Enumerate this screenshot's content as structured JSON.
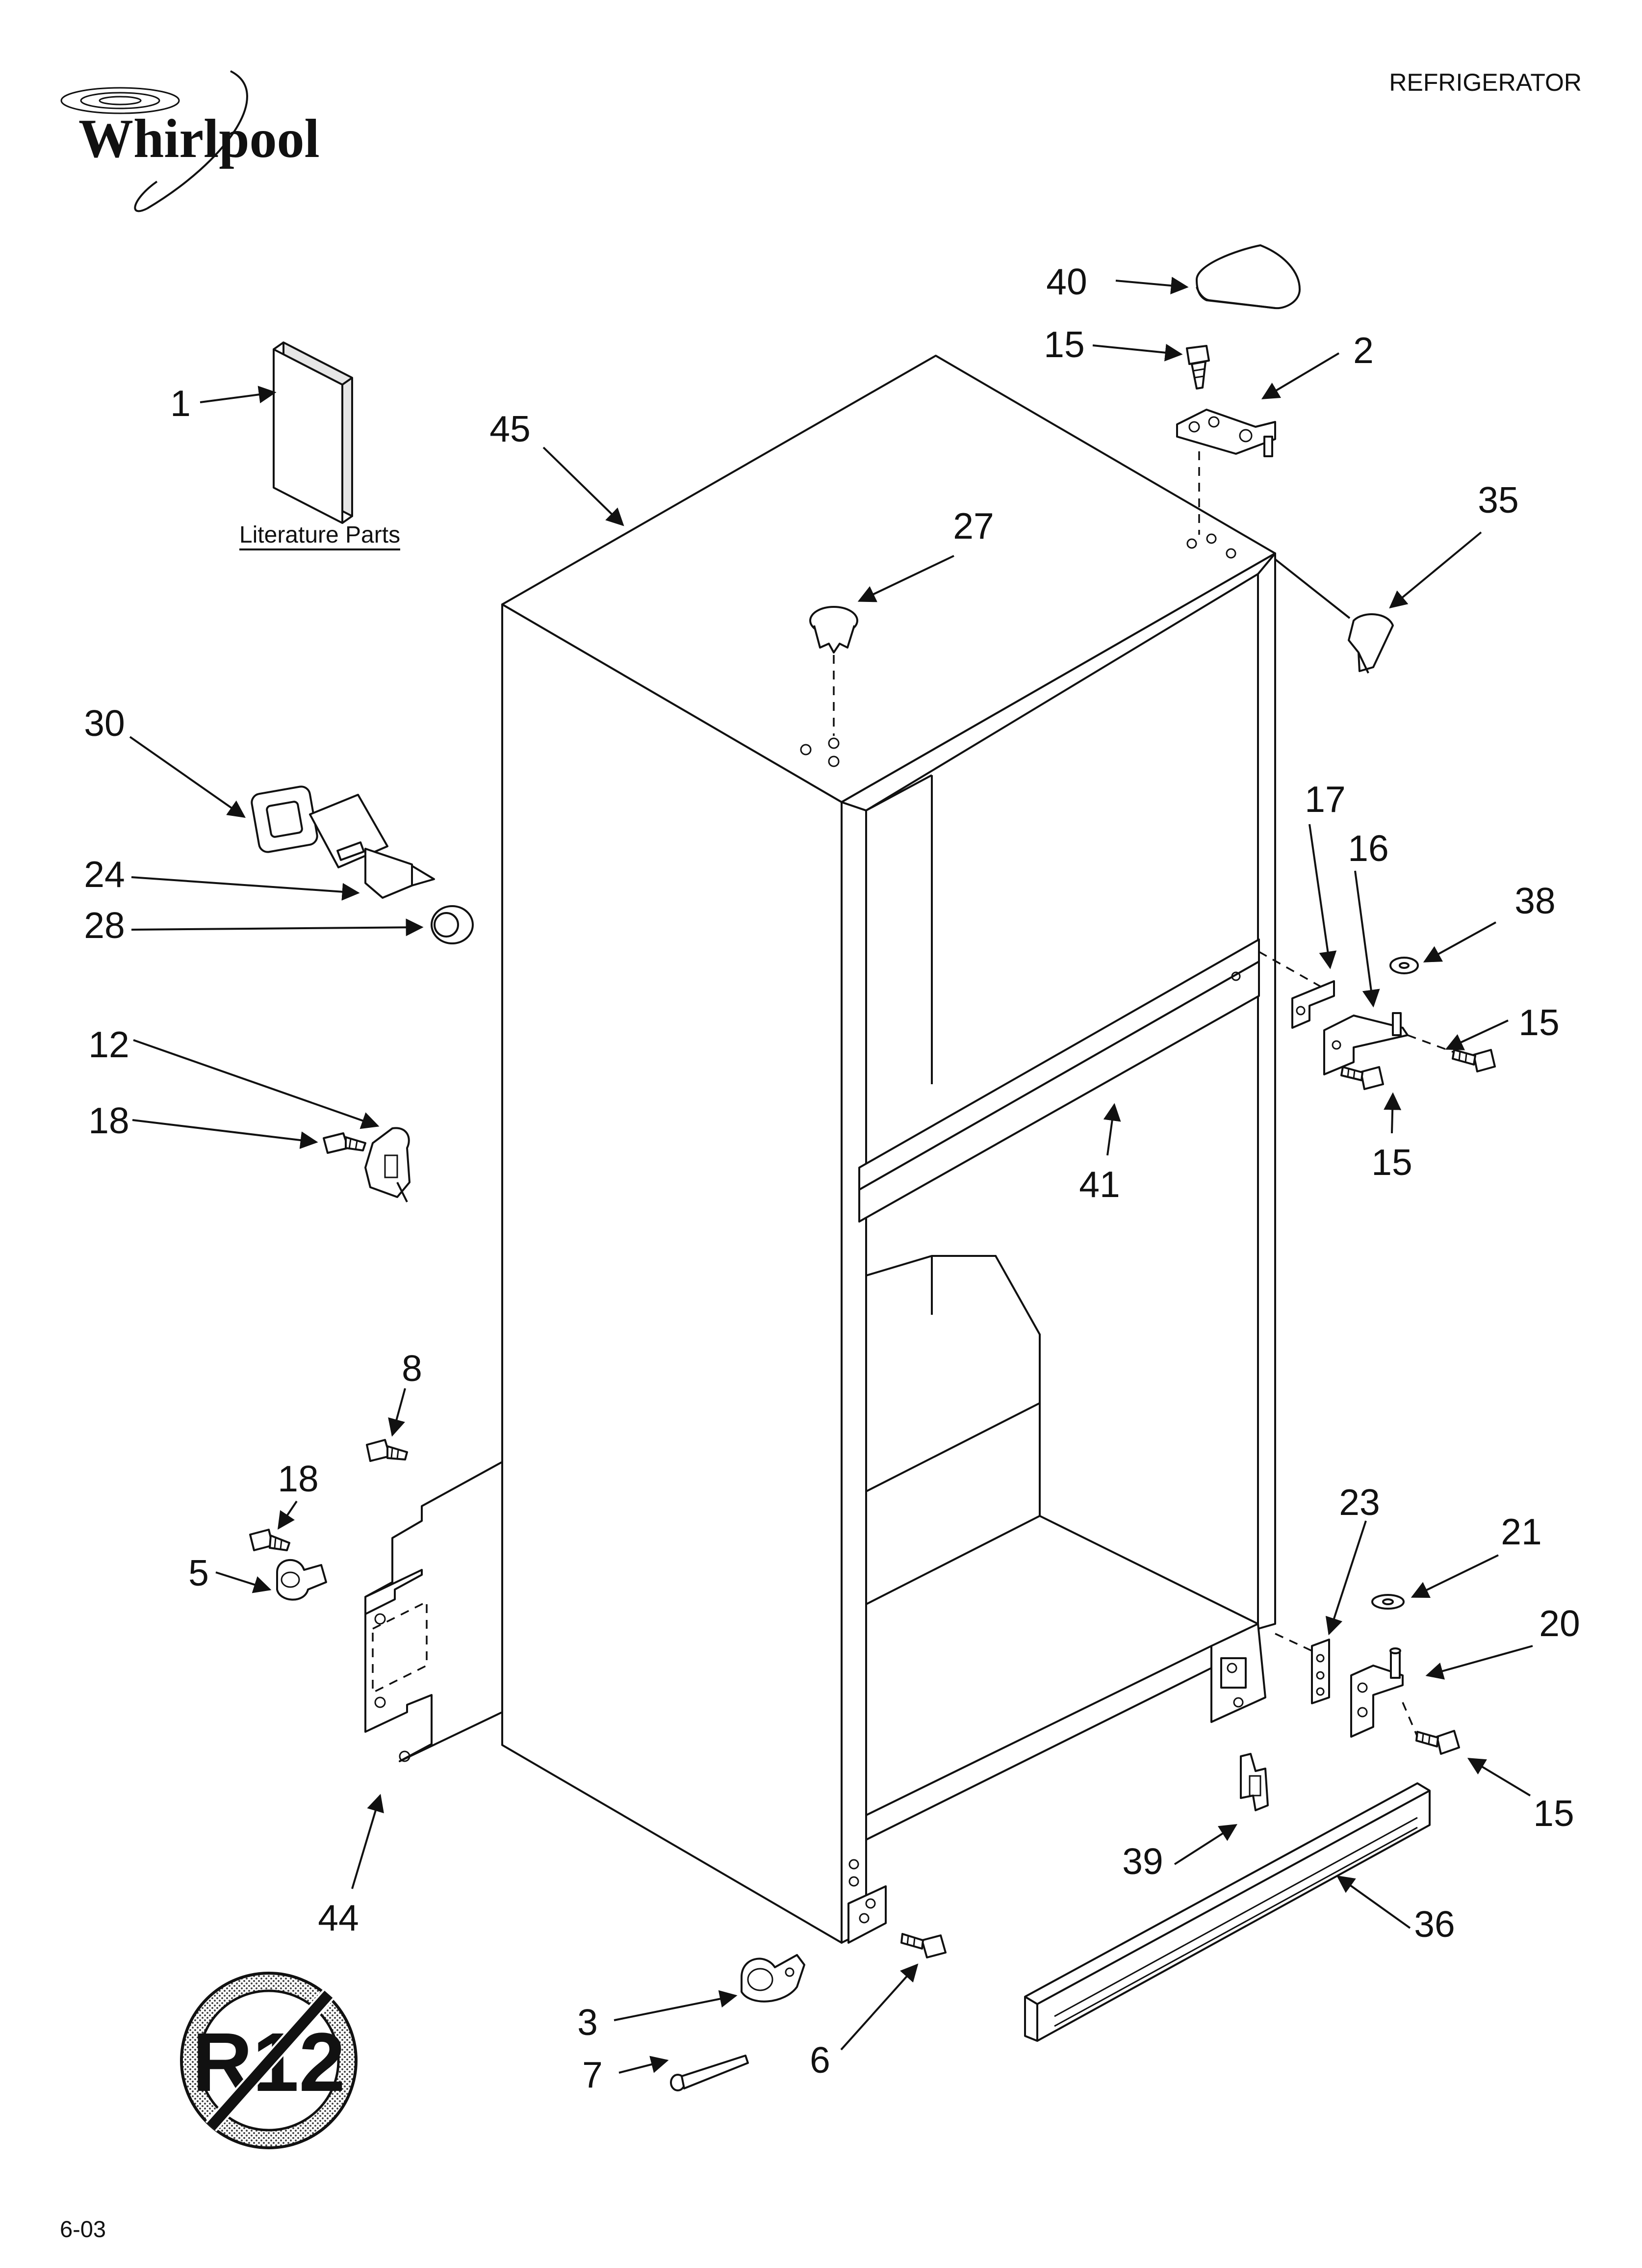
{
  "brand": "Whirlpool",
  "header": {
    "category": "REFRIGERATOR"
  },
  "literature_label": "Literature Parts",
  "footer": {
    "date_code": "6-03"
  },
  "badge": {
    "text": "R12"
  },
  "callouts": [
    {
      "id": "c1",
      "label": "1"
    },
    {
      "id": "c45",
      "label": "45"
    },
    {
      "id": "c40",
      "label": "40"
    },
    {
      "id": "c15a",
      "label": "15"
    },
    {
      "id": "c2",
      "label": "2"
    },
    {
      "id": "c27",
      "label": "27"
    },
    {
      "id": "c35",
      "label": "35"
    },
    {
      "id": "c30",
      "label": "30"
    },
    {
      "id": "c24",
      "label": "24"
    },
    {
      "id": "c28",
      "label": "28"
    },
    {
      "id": "c17",
      "label": "17"
    },
    {
      "id": "c16",
      "label": "16"
    },
    {
      "id": "c38",
      "label": "38"
    },
    {
      "id": "c15b",
      "label": "15"
    },
    {
      "id": "c15c",
      "label": "15"
    },
    {
      "id": "c12",
      "label": "12"
    },
    {
      "id": "c18a",
      "label": "18"
    },
    {
      "id": "c41",
      "label": "41"
    },
    {
      "id": "c8",
      "label": "8"
    },
    {
      "id": "c18b",
      "label": "18"
    },
    {
      "id": "c5",
      "label": "5"
    },
    {
      "id": "c23",
      "label": "23"
    },
    {
      "id": "c21",
      "label": "21"
    },
    {
      "id": "c20",
      "label": "20"
    },
    {
      "id": "c15d",
      "label": "15"
    },
    {
      "id": "c39",
      "label": "39"
    },
    {
      "id": "c36",
      "label": "36"
    },
    {
      "id": "c44",
      "label": "44"
    },
    {
      "id": "c3",
      "label": "3"
    },
    {
      "id": "c7",
      "label": "7"
    },
    {
      "id": "c6",
      "label": "6"
    }
  ]
}
